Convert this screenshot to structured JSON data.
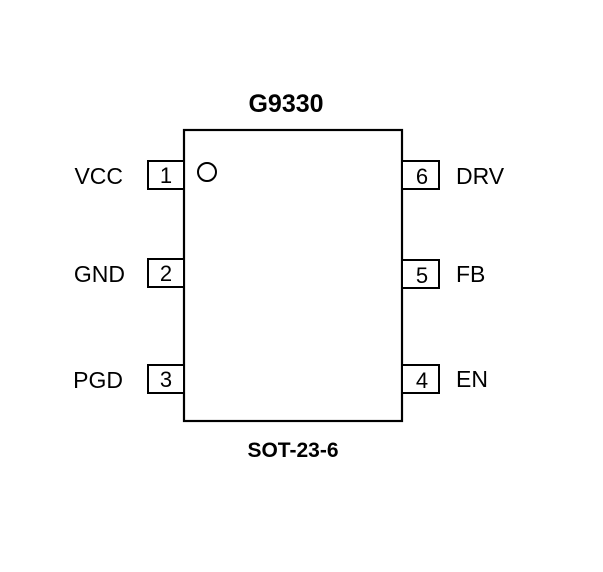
{
  "part_number": "G9330",
  "package": "SOT-23-6",
  "pins": [
    {
      "number": "1",
      "name": "VCC"
    },
    {
      "number": "2",
      "name": "GND"
    },
    {
      "number": "3",
      "name": "PGD"
    },
    {
      "number": "4",
      "name": "EN"
    },
    {
      "number": "5",
      "name": "FB"
    },
    {
      "number": "6",
      "name": "DRV"
    }
  ],
  "colors": {
    "stroke": "#000000",
    "background": "#ffffff"
  }
}
